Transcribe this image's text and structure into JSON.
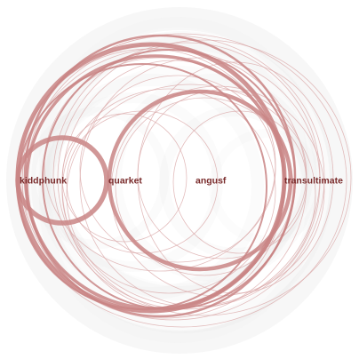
{
  "diagram": {
    "nodes": [
      {
        "id": "kiddphunk",
        "label": "kiddphunk"
      },
      {
        "id": "quarket",
        "label": "quarket"
      },
      {
        "id": "angusf",
        "label": "angusf"
      },
      {
        "id": "transultimate",
        "label": "transultimate"
      }
    ],
    "colors": {
      "background": "#ffffff",
      "arc_primary": "#c98585",
      "arc_secondary": "#d9a7a7",
      "haze": "#e6e6e6",
      "label": "#7a2c2c"
    }
  }
}
